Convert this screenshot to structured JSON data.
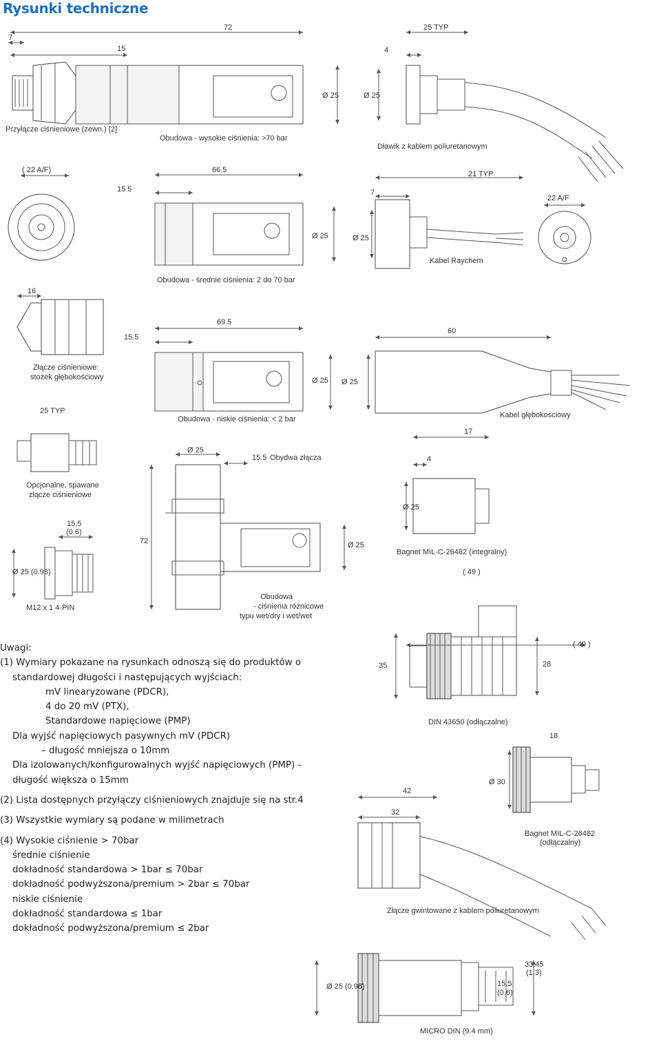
{
  "page_title": "Rysunki techniczne",
  "drawings": {
    "d1": {
      "dims": [
        "7",
        "15",
        "72",
        "25 TYP",
        "4"
      ],
      "diam_a": "Ø 25",
      "diam_b": "Ø 25",
      "caption_left": "Przyłącze ciśnieniowe (zewn.) [2]",
      "caption_mid": "Obudowa - wysokie ciśnienia: >70 bar",
      "caption_right": "Dławik z kablem poliuretanowym"
    },
    "d2": {
      "dims": [
        "( 22 A/F)",
        "66.5",
        "15.5",
        "21 TYP",
        "7",
        "22 A/F"
      ],
      "diam_a": "Ø 25",
      "diam_b": "Ø 25",
      "caption_mid": "Obudowa - średnie ciśnienia: 2 do 70 bar",
      "caption_right": "Kabel Raychem"
    },
    "d3": {
      "dims": [
        "16",
        "69.5",
        "15.5",
        "60"
      ],
      "diam_a": "Ø 25",
      "diam_b": "Ø 25",
      "caption_left_1": "Złącze ciśnieniowe:",
      "caption_left_2": "stożek głębokościowy",
      "caption_mid": "Obudowa - niskie ciśnienia: < 2 bar",
      "caption_right": "Kabel głębokościowy"
    },
    "d4": {
      "dims": [
        "25 TYP",
        "Ø 25",
        "15.5",
        "Obydwa złącza",
        "17",
        "4",
        "72"
      ],
      "diam_a": "Ø 25",
      "diam_b": "Ø 25",
      "caption_left_1": "Opcjonalne, spawane",
      "caption_left_2": "złącze ciśnieniowe",
      "caption_mid_1": "Obudowa",
      "caption_mid_2": "- ciśnienia różnicowe",
      "caption_mid_3": "typu wet/dry i wet/wet",
      "caption_right": "Bagnet MIL-C-26482 (integralny)"
    },
    "d5": {
      "dims": [
        "15.5",
        "(0.6)",
        "M12 x 1 4-PIN"
      ],
      "diam": "Ø 25 (0.98)"
    },
    "d6": {
      "dims": [
        "( 49 )",
        "( 49 )",
        "35",
        "28",
        "18"
      ],
      "caption": "DIN 43650 (odłączalne)"
    },
    "d7": {
      "dims": [
        "42",
        "32"
      ],
      "diam": "Ø 30",
      "caption_1": "Bagnet MIL-C-26482",
      "caption_2": "(odłączalny)",
      "caption_bottom": "Złącze gwintowane z kablem poliuretanowym"
    },
    "d8": {
      "dims": [
        "33.45",
        "(1.3)",
        "15.5",
        "(0.6)"
      ],
      "diam": "Ø 25 (0.98)",
      "caption": "MICRO DIN (9.4 mm)"
    }
  },
  "notes": {
    "heading": "Uwagi:",
    "n1_a": "(1) Wymiary pokazane na rysunkach odnoszą się do produktów o",
    "n1_b": "standardowej długości i następujących wyjściach:",
    "n1_c": "mV linearyzowane (PDCR),",
    "n1_d": "4 do 20 mV (PTX),",
    "n1_e": "Standardowe napięciowe (PMP)",
    "n1_f": "Dla wyjść napięciowych pasywnych mV (PDCR)",
    "n1_g": "– długość mniejsza o 10mm",
    "n1_h": "Dla izolowanych/konfigurowalnych wyjść napięciowych (PMP) -",
    "n1_i": "długość większa o 15mm",
    "n2": "(2) Lista dostępnych przyłączy ciśnieniowych znajduje się na str.4",
    "n3": "(3) Wszystkie wymiary są podane w milimetrach",
    "n4_a": "(4) Wysokie ciśnienie > 70bar",
    "n4_b": "średnie ciśnienie",
    "n4_c": "dokładność standardowa > 1bar ≤ 70bar",
    "n4_d": "dokładność podwyższona/premium > 2bar ≤ 70bar",
    "n4_e": "niskie ciśnienie",
    "n4_f": "dokładność standardowa ≤ 1bar",
    "n4_g": "dokładność podwyższona/premium ≤ 2bar"
  }
}
